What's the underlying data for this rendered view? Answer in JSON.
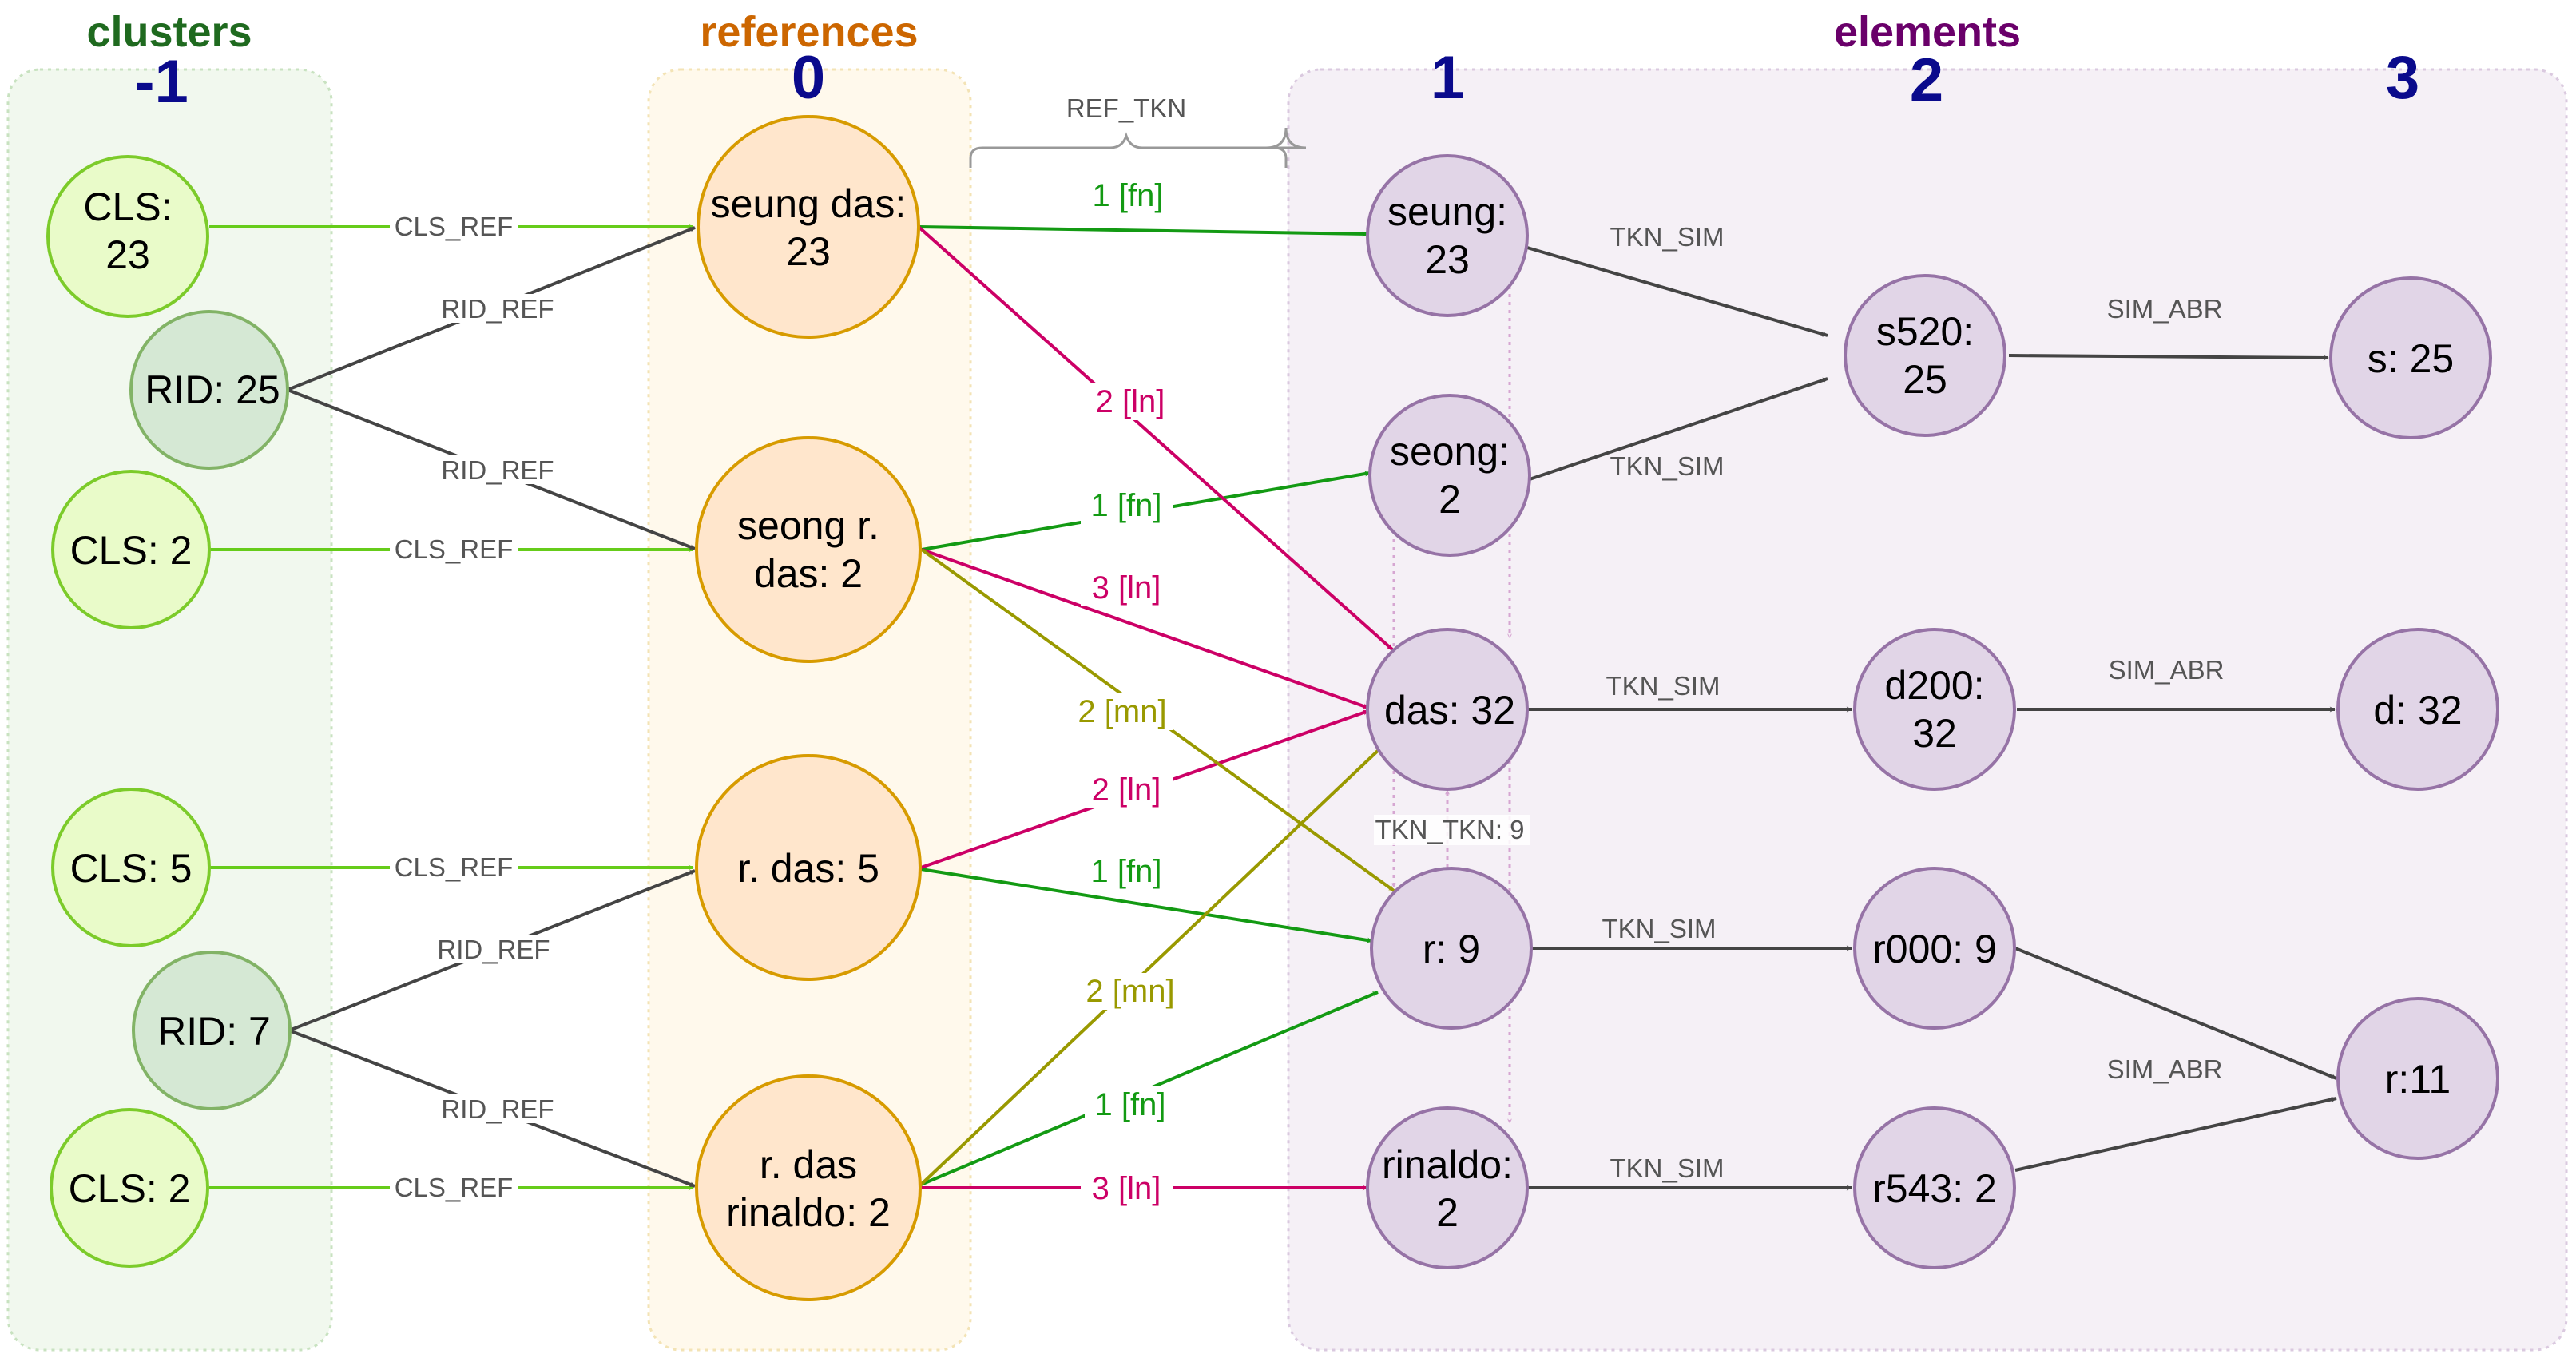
{
  "headers": {
    "clusters": "clusters",
    "references": "references",
    "elements": "elements"
  },
  "levels": [
    "-1",
    "0",
    "1",
    "2",
    "3"
  ],
  "colors": {
    "cluster_node_fill": "#e9fbc9",
    "cluster_node_stroke": "#7ccb2a",
    "rid_node_fill": "#d5e8d4",
    "rid_node_stroke": "#82b366",
    "ref_node_fill": "#ffe6cc",
    "ref_node_stroke": "#d79b00",
    "elem_node_fill": "#e1d5e7",
    "elem_node_stroke": "#9673a6",
    "fn_edge": "#139a13",
    "ln_edge": "#cc0066",
    "mn_edge": "#999900",
    "cls_ref_edge": "#66cc1a",
    "gray_edge": "#444444",
    "tkn_tkn_edge": "#d6a6d2",
    "clusters_header": "#1f6a1f",
    "references_header": "#cc6600",
    "elements_header": "#6a006a"
  },
  "nodes": {
    "cls23": [
      "CLS:",
      "23"
    ],
    "rid25": [
      "RID: 25"
    ],
    "cls2a": [
      "CLS: 2"
    ],
    "cls5": [
      "CLS: 5"
    ],
    "rid7": [
      "RID: 7"
    ],
    "cls2b": [
      "CLS: 2"
    ],
    "ref_seungdas": [
      "seung das:",
      "23"
    ],
    "ref_seongrdas": [
      "seong r.",
      "das: 2"
    ],
    "ref_rdas": [
      "r. das: 5"
    ],
    "ref_rdasrinaldo": [
      "r. das",
      "rinaldo: 2"
    ],
    "e_seung": [
      "seung:",
      "23"
    ],
    "e_seong": [
      "seong:",
      "2"
    ],
    "e_das": [
      "das: 32"
    ],
    "e_r": [
      "r: 9"
    ],
    "e_rinaldo": [
      "rinaldo:",
      "2"
    ],
    "e_s520": [
      "s520:",
      "25"
    ],
    "e_d200": [
      "d200:",
      "32"
    ],
    "e_r000": [
      "r000: 9"
    ],
    "e_r543": [
      "r543: 2"
    ],
    "e_s": [
      "s: 25"
    ],
    "e_d": [
      "d: 32"
    ],
    "e_r11": [
      "r:11"
    ]
  },
  "edge_labels": {
    "cls_ref": "CLS_REF",
    "rid_ref": "RID_REF",
    "ref_tkn": "REF_TKN",
    "tkn_sim": "TKN_SIM",
    "sim_abr": "SIM_ABR",
    "tkn_tkn": "TKN_TKN: 9",
    "fn1": "1 [fn]",
    "ln2": "2 [ln]",
    "ln3": "3 [ln]",
    "mn2": "2 [mn]"
  }
}
